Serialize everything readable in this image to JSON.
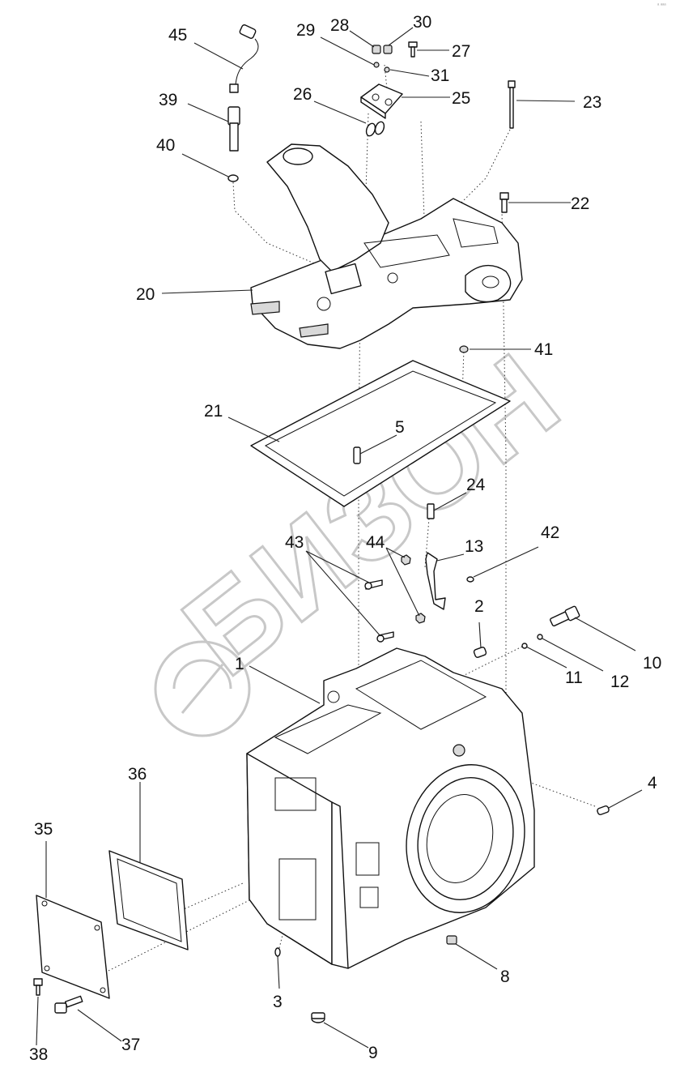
{
  "watermark": {
    "text": "БИЗОН"
  },
  "corner_mark": "ᵃ ᵃᵃᵃ",
  "labels": {
    "l1": "1",
    "l2": "2",
    "l3": "3",
    "l4": "4",
    "l5": "5",
    "l8": "8",
    "l9": "9",
    "l10": "10",
    "l11": "11",
    "l12": "12",
    "l13": "13",
    "l20": "20",
    "l21": "21",
    "l22": "22",
    "l23": "23",
    "l24": "24",
    "l25": "25",
    "l26": "26",
    "l27": "27",
    "l28": "28",
    "l29": "29",
    "l30": "30",
    "l31": "31",
    "l35": "35",
    "l36": "36",
    "l37": "37",
    "l38": "38",
    "l39": "39",
    "l40": "40",
    "l41": "41",
    "l42": "42",
    "l43": "43",
    "l44": "44",
    "l45": "45"
  }
}
